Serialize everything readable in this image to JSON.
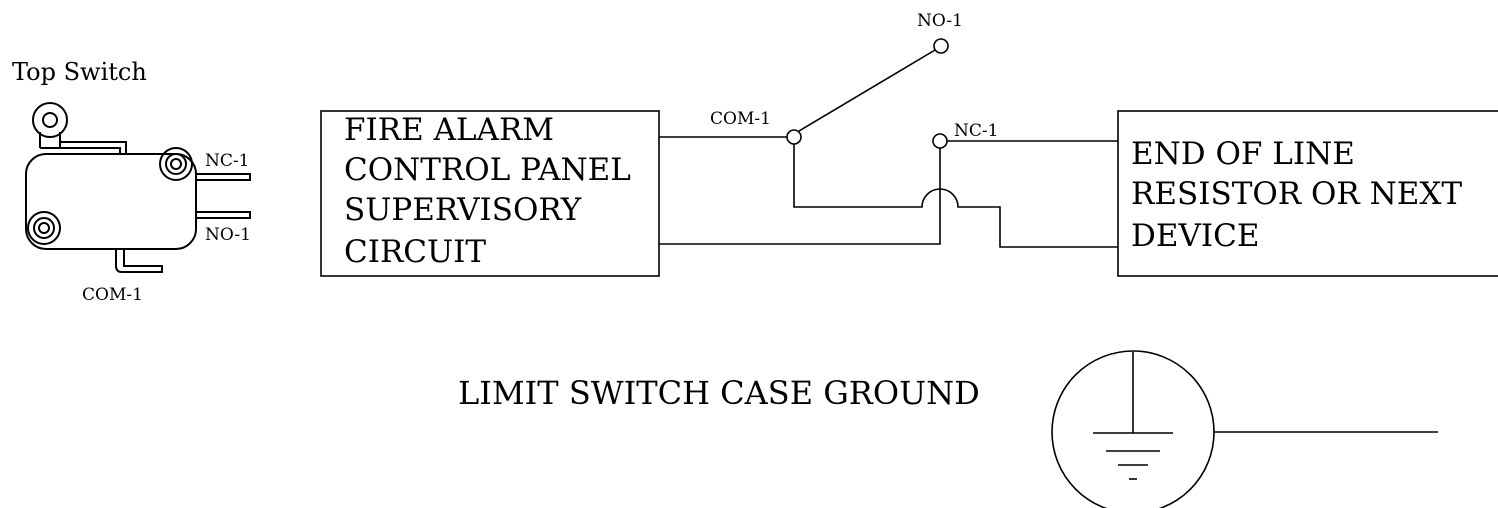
{
  "switch_illustration": {
    "title": "Top Switch",
    "nc_label": "NC-1",
    "no_label": "NO-1",
    "com_label": "COM-1"
  },
  "control_panel": {
    "lines": [
      "FIRE ALARM",
      "CONTROL PANEL",
      "SUPERVISORY",
      "CIRCUIT"
    ]
  },
  "schematic_switch": {
    "com_label": "COM-1",
    "no_label": "NO-1",
    "nc_label": "NC-1"
  },
  "end_device": {
    "lines": [
      "END OF LINE",
      "RESISTOR OR NEXT",
      "DEVICE"
    ]
  },
  "ground": {
    "label": "LIMIT SWITCH CASE GROUND"
  }
}
